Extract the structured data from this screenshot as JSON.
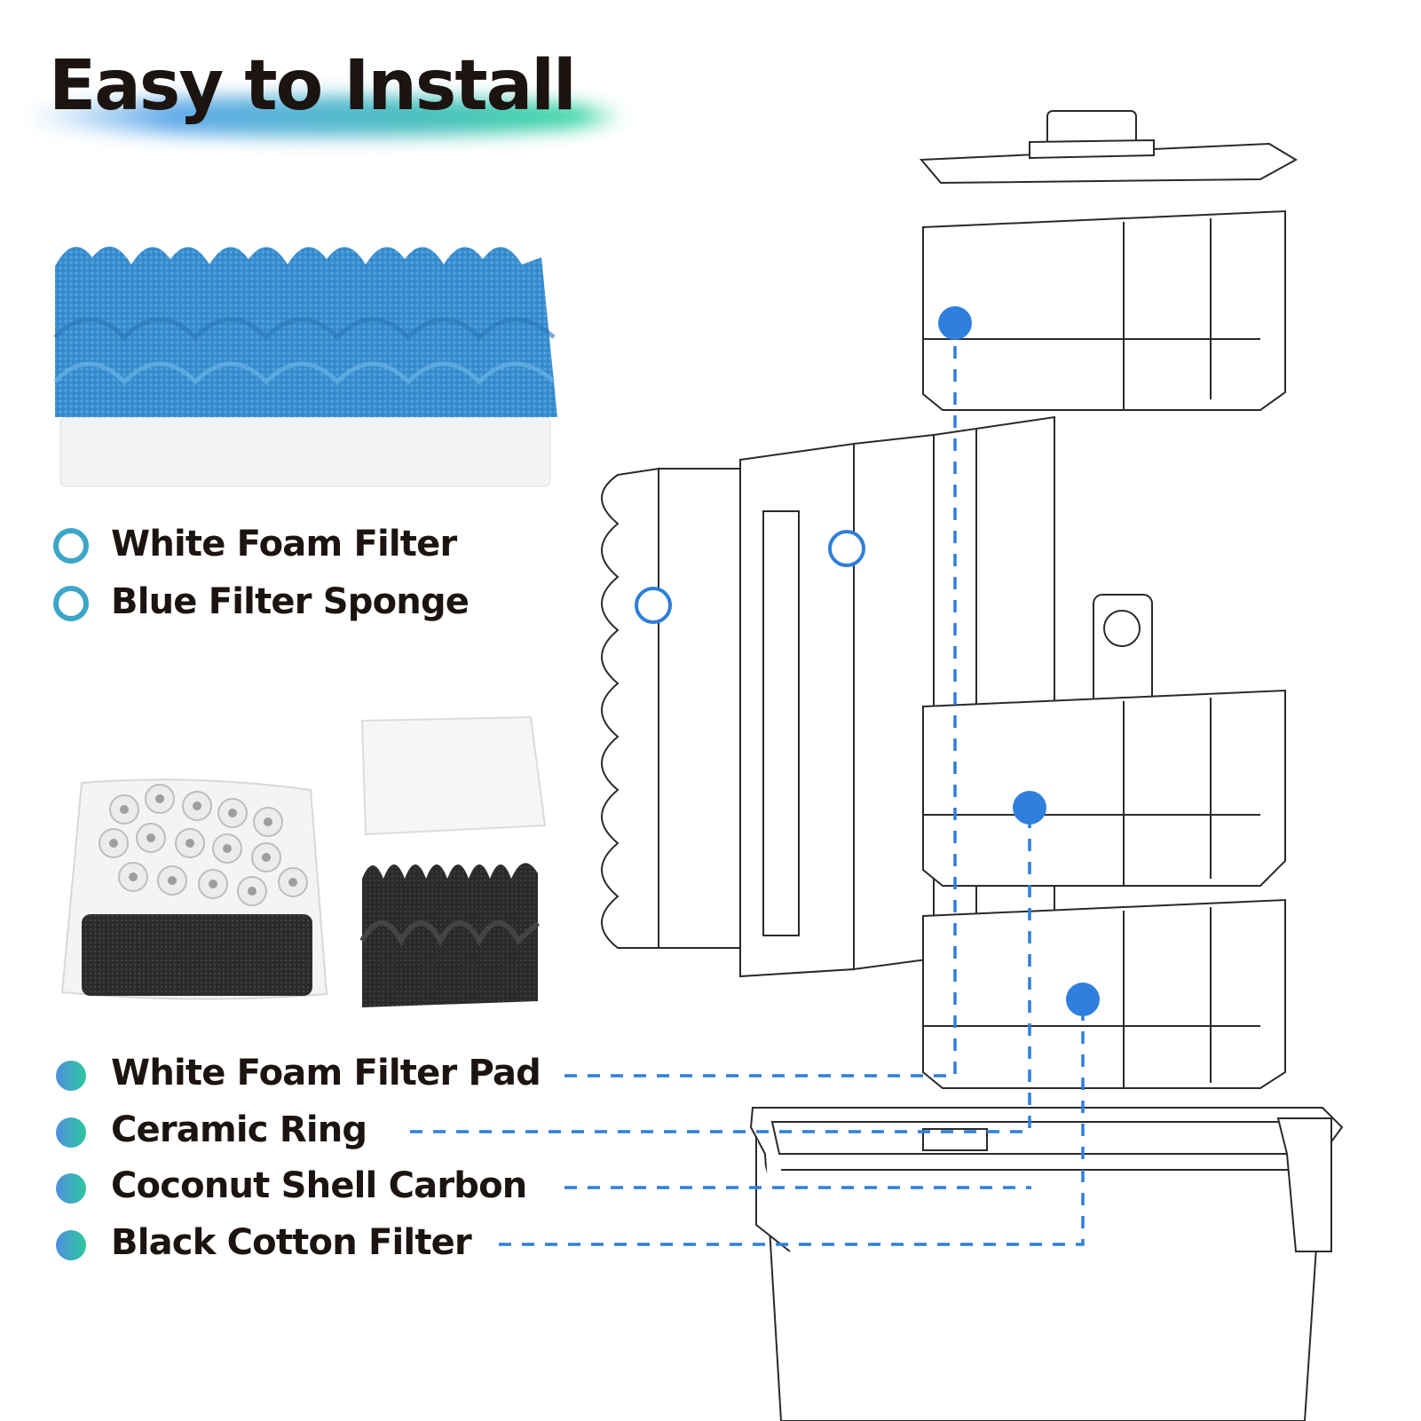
{
  "title": "Easy to Install",
  "upper_labels": [
    {
      "text": "White Foam Filter",
      "marker": "ring"
    },
    {
      "text": "Blue Filter Sponge",
      "marker": "ring"
    }
  ],
  "lower_labels": [
    {
      "text": "White Foam Filter Pad",
      "marker": "dot"
    },
    {
      "text": "Ceramic Ring",
      "marker": "dot"
    },
    {
      "text": "Coconut Shell Carbon",
      "marker": "dot"
    },
    {
      "text": "Black Cotton Filter",
      "marker": "dot"
    }
  ],
  "colors": {
    "accent_blue": "#2f7fd8",
    "accent_teal": "#2ec89c",
    "sponge_blue": "#3a8fd0",
    "line_art": "#2a2a2a",
    "text": "#1c1410"
  }
}
